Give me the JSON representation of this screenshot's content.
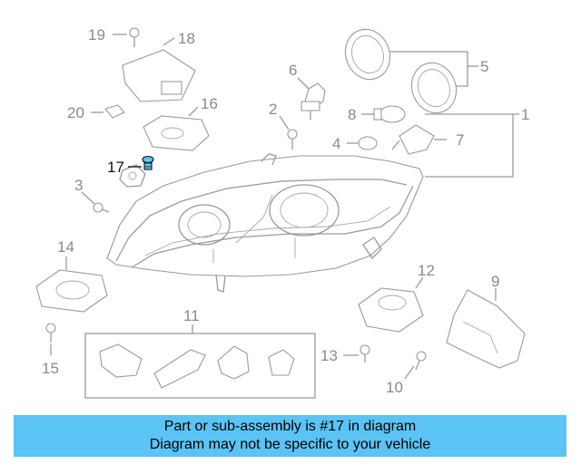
{
  "diagram": {
    "callouts": [
      "1",
      "2",
      "3",
      "4",
      "5",
      "6",
      "7",
      "8",
      "9",
      "10",
      "11",
      "12",
      "13",
      "14",
      "15",
      "16",
      "17",
      "18",
      "19",
      "20"
    ],
    "highlighted_callout": "17",
    "colors": {
      "line": "#9a9a9a",
      "highlight_part": "#5bc4f4",
      "highlight_text": "#111111"
    }
  },
  "banner": {
    "line1": "Part or sub-assembly is #17 in diagram",
    "line2": "Diagram may not be specific to your vehicle",
    "background": "#5bc4f4"
  }
}
